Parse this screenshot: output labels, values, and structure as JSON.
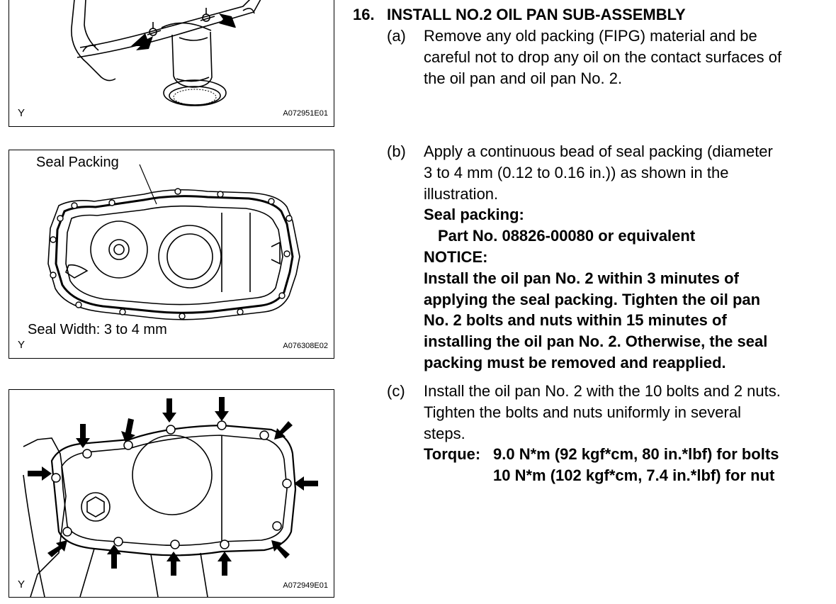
{
  "figures": [
    {
      "code": "A072951E01",
      "corner": "Y"
    },
    {
      "code": "A076308E02",
      "corner": "Y",
      "label_top": "Seal Packing",
      "label_bottom": "Seal Width: 3 to 4 mm"
    },
    {
      "code": "A072949E01",
      "corner": "Y"
    }
  ],
  "heading": {
    "number": "16.",
    "title": "INSTALL NO.2 OIL PAN SUB-ASSEMBLY"
  },
  "steps": {
    "a": {
      "marker": "(a)",
      "lines": [
        "Remove any old packing (FIPG) material and be",
        "careful not to drop any oil on the contact surfaces of",
        "the oil pan and oil pan No. 2."
      ]
    },
    "b": {
      "marker": "(b)",
      "lines": [
        "Apply a continuous bead of seal packing (diameter",
        "3 to 4 mm (0.12 to 0.16 in.)) as shown in the",
        "illustration."
      ],
      "seal_label": "Seal packing:",
      "part_no": "Part No. 08826-00080 or equivalent",
      "notice_label": "NOTICE:",
      "notice_lines": [
        "Install the oil pan No. 2 within 3 minutes of",
        "applying the seal packing. Tighten the oil pan",
        "No. 2 bolts and nuts within 15 minutes of",
        "installing the oil pan No. 2. Otherwise, the seal",
        "packing must be removed and reapplied."
      ]
    },
    "c": {
      "marker": "(c)",
      "lines": [
        "Install the oil pan No. 2 with the 10 bolts and 2 nuts.",
        "Tighten the bolts and nuts uniformly in several",
        "steps."
      ],
      "torque_label": "Torque:",
      "torque_lines": [
        "9.0 N*m (92 kgf*cm, 80 in.*lbf)  for bolts",
        "10 N*m (102 kgf*cm, 7.4 in.*lbf)  for nut"
      ]
    }
  }
}
